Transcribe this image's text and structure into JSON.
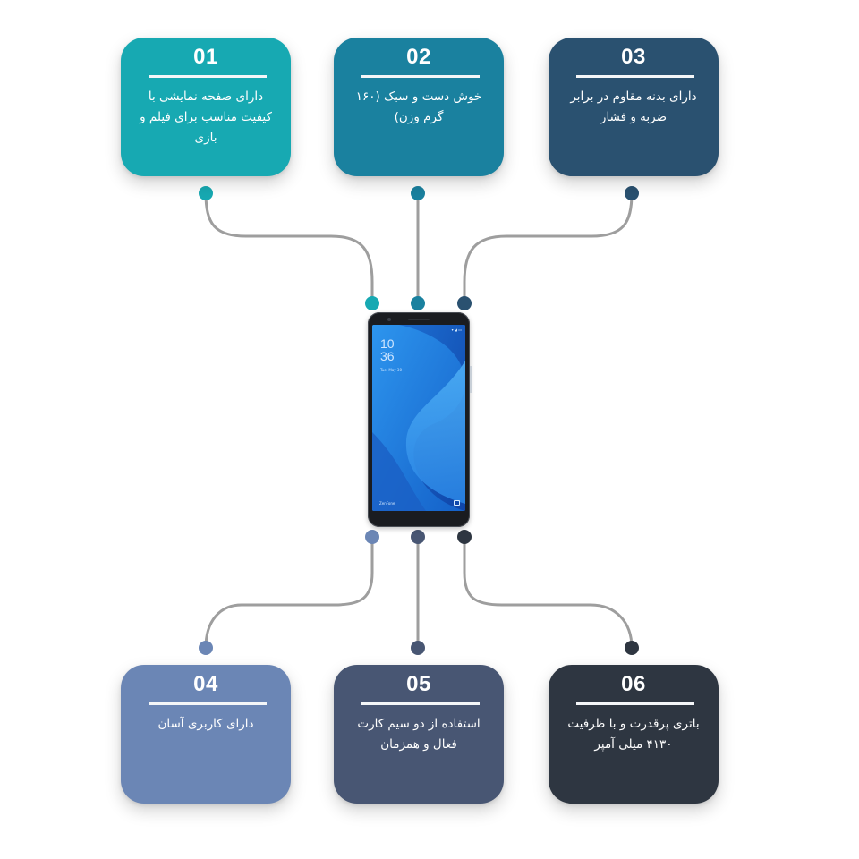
{
  "features": [
    {
      "number": "01",
      "text": "دارای صفحه نمایشی با کیفیت مناسب برای فیلم و بازی",
      "color": "#17a9b2"
    },
    {
      "number": "02",
      "text": "خوش دست و سبک (۱۶۰ گرم وزن)",
      "color": "#1a819f"
    },
    {
      "number": "03",
      "text": "دارای بدنه مقاوم در برابر ضربه و فشار",
      "color": "#2a5170"
    },
    {
      "number": "04",
      "text": "دارای کاربری آسان",
      "color": "#6b86b5"
    },
    {
      "number": "05",
      "text": "استفاده از دو سیم کارت فعال و همزمان",
      "color": "#485673"
    },
    {
      "number": "06",
      "text": "باتری پرقدرت و با ظرفیت ۴۱۳۰ میلی آمپر",
      "color": "#2e3641"
    }
  ],
  "phone": {
    "time_hour": "10",
    "time_minute": "36",
    "date": "Tue, May 30",
    "brand": "ZenFone",
    "image": "smartphone-image"
  },
  "connector_color": "#9e9e9e"
}
